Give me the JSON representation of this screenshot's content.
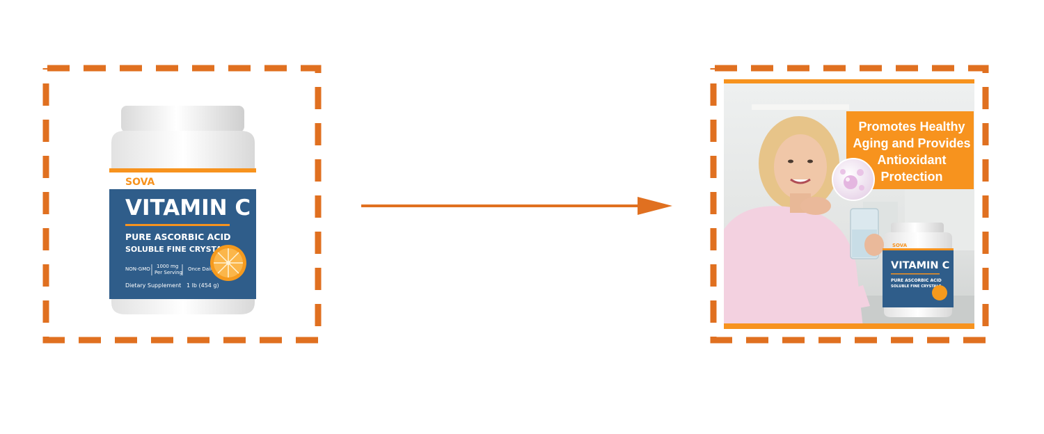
{
  "colors": {
    "accent": "#e07020",
    "label_blue": "#2f5d8a",
    "banner_orange": "#f7931e",
    "orange_fruit": "#f59a1e",
    "white": "#ffffff"
  },
  "source_product": {
    "brand": "SOVA",
    "name": "VITAMIN C",
    "line1": "PURE ASCORBIC ACID",
    "line2": "SOLUBLE FINE CRYSTALS",
    "badge1": "NON-GMO",
    "badge2a": "1000 mg",
    "badge2b": "Per Serving",
    "badge3": "Once Daily",
    "footer_left": "Dietary Supplement",
    "footer_right": "1 lb (454 g)"
  },
  "result_image": {
    "callout_lines": [
      "Promotes Healthy",
      "Aging and Provides",
      "Antioxidant",
      "Protection"
    ],
    "brand": "SOVA",
    "name": "VITAMIN C",
    "line1": "PURE ASCORBIC ACID",
    "line2": "SOLUBLE FINE CRYSTALS"
  },
  "icons": {
    "arrow": "arrow-right-icon",
    "molecule": "molecule-bubble-icon",
    "orange": "orange-slice-icon"
  }
}
